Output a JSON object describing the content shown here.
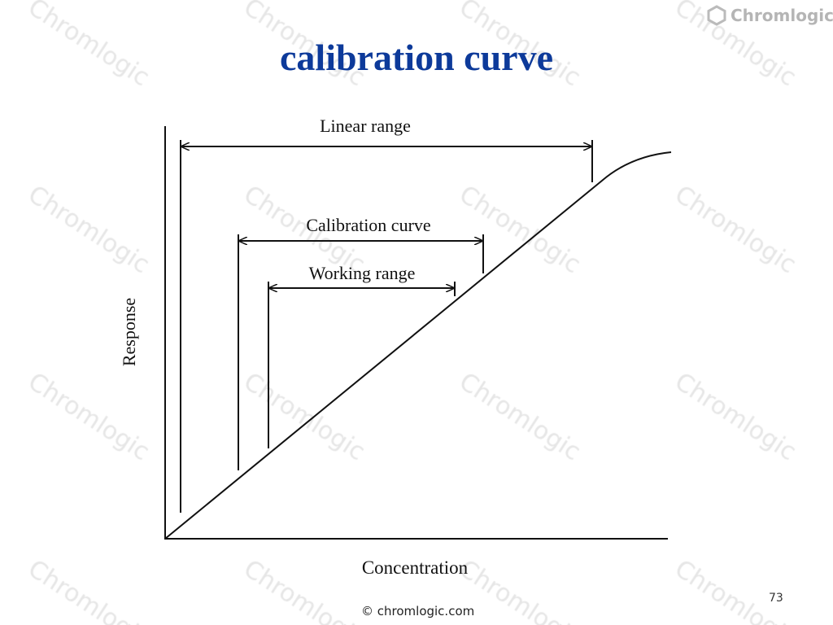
{
  "slide": {
    "title": "calibration curve",
    "logo_text": "Chromlogic",
    "watermark": "Chromlogic",
    "footer": "© chromlogic.com",
    "page_number": "73"
  },
  "diagram": {
    "y_axis_label": "Response",
    "x_axis_label": "Concentration",
    "ranges": [
      {
        "label": "Linear range"
      },
      {
        "label": "Calibration curve"
      },
      {
        "label": "Working range"
      }
    ]
  }
}
